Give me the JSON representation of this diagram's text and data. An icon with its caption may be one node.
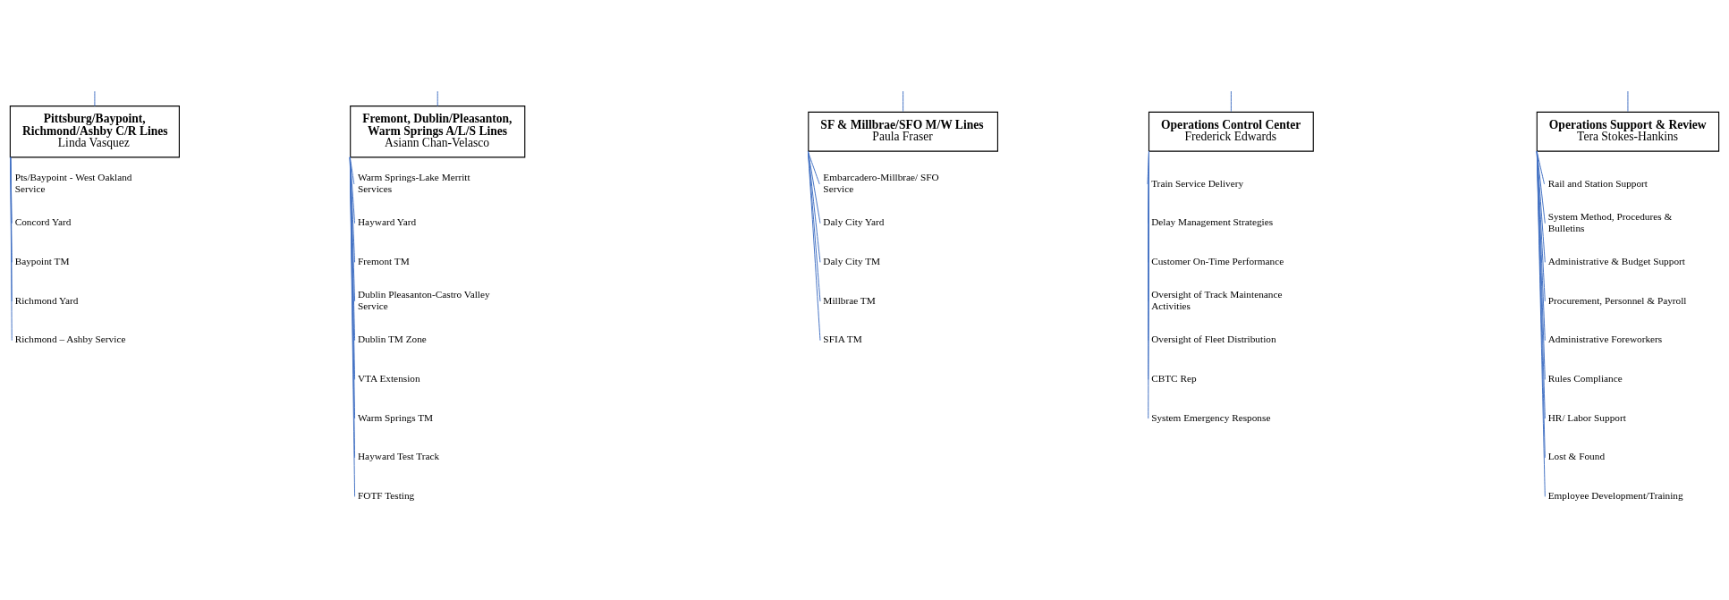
{
  "diagram": {
    "nodes": [
      {
        "text": [
          "Pittsburg/Baypoint, Richmond/Ashby C/R Lines",
          "Linda Vasquez"
        ]
      },
      {
        "text": [
          "Pts/Baypoint - West Oakland Service"
        ]
      },
      {
        "text": [
          "Concord Yard"
        ]
      },
      {
        "text": [
          "Baypoint TM"
        ]
      },
      {
        "text": [
          "Richmond Yard"
        ]
      },
      {
        "text": [
          "Richmond – Ashby Service"
        ]
      },
      {
        "text": [
          "Fremont, Dublin/Pleasanton, Warm Springs A/L/S Lines",
          "Asiann Chan-Velasco"
        ]
      },
      {
        "text": [
          "Warm Springs-Lake Merritt Services"
        ]
      },
      {
        "text": [
          "Hayward Yard"
        ]
      },
      {
        "text": [
          "Fremont TM"
        ]
      },
      {
        "text": [
          "Dublin Pleasanton-Castro Valley Service"
        ]
      },
      {
        "text": [
          "Dublin TM Zone"
        ]
      },
      {
        "text": [
          "VTA Extension"
        ]
      },
      {
        "text": [
          "Warm Springs TM"
        ]
      },
      {
        "text": [
          "Hayward Test Track"
        ]
      },
      {
        "text": [
          "FOTF Testing"
        ]
      },
      {
        "text": [
          "SF & Millbrae/SFO M/W Lines",
          "Paula Fraser"
        ]
      },
      {
        "text": [
          "Embarcadero-Millbrae/ SFO Service"
        ]
      },
      {
        "text": [
          "Daly City Yard"
        ]
      },
      {
        "text": [
          "Daly City TM"
        ]
      },
      {
        "text": [
          "Millbrae TM"
        ]
      },
      {
        "text": [
          "SFIA TM"
        ]
      },
      {
        "text": [
          "Operations Control Center",
          "Frederick Edwards"
        ]
      },
      {
        "text": [
          "Train Service Delivery"
        ]
      },
      {
        "text": [
          "Delay Management Strategies"
        ]
      },
      {
        "text": [
          "Customer On-Time Performance"
        ]
      },
      {
        "text": [
          "Oversight of Track Maintenance Activities"
        ]
      },
      {
        "text": [
          "Oversight of Fleet Distribution"
        ]
      },
      {
        "text": [
          "CBTC Rep"
        ]
      },
      {
        "text": [
          "System Emergency Response"
        ]
      },
      {
        "text": [
          "Operations Support & Review",
          "Tera Stokes-Hankins"
        ]
      },
      {
        "text": [
          "Rail and Station Support"
        ]
      },
      {
        "text": [
          "System Method, Procedures & Bulletins"
        ]
      },
      {
        "text": [
          "Administrative & Budget Support"
        ]
      },
      {
        "text": [
          "Procurement, Personnel & Payroll"
        ]
      },
      {
        "text": [
          "Administrative Foreworkers"
        ]
      },
      {
        "text": [
          "Rules Compliance"
        ]
      },
      {
        "text": [
          "HR/ Labor Support"
        ]
      },
      {
        "text": [
          "Lost & Found"
        ]
      },
      {
        "text": [
          "Employee Development/Training"
        ]
      }
    ],
    "edges": [
      {
        "from": null,
        "to": 0,
        "arrow": "none"
      },
      {
        "from": null,
        "to": 6,
        "arrow": "none"
      },
      {
        "from": null,
        "to": 16,
        "arrow": "none"
      },
      {
        "from": null,
        "to": 22,
        "arrow": "none"
      },
      {
        "from": null,
        "to": 30,
        "arrow": "none"
      },
      {
        "from": 0,
        "to": 1,
        "arrow": "none"
      },
      {
        "from": 0,
        "to": 2,
        "arrow": "none"
      },
      {
        "from": 0,
        "to": 3,
        "arrow": "none"
      },
      {
        "from": 0,
        "to": 4,
        "arrow": "none"
      },
      {
        "from": 0,
        "to": 5,
        "arrow": "none"
      },
      {
        "from": 6,
        "to": 7,
        "arrow": "none"
      },
      {
        "from": 6,
        "to": 8,
        "arrow": "none"
      },
      {
        "from": 6,
        "to": 9,
        "arrow": "none"
      },
      {
        "from": 6,
        "to": 10,
        "arrow": "none"
      },
      {
        "from": 6,
        "to": 11,
        "arrow": "none"
      },
      {
        "from": 6,
        "to": 12,
        "arrow": "none"
      },
      {
        "from": 6,
        "to": 13,
        "arrow": "none"
      },
      {
        "from": 6,
        "to": 14,
        "arrow": "none"
      },
      {
        "from": 6,
        "to": 15,
        "arrow": "none"
      },
      {
        "from": 16,
        "to": 17,
        "arrow": "none"
      },
      {
        "from": 16,
        "to": 18,
        "arrow": "none"
      },
      {
        "from": 16,
        "to": 19,
        "arrow": "none"
      },
      {
        "from": 16,
        "to": 20,
        "arrow": "none"
      },
      {
        "from": 16,
        "to": 21,
        "arrow": "none"
      },
      {
        "from": 22,
        "to": 23,
        "arrow": "none"
      },
      {
        "from": 22,
        "to": 24,
        "arrow": "none"
      },
      {
        "from": 22,
        "to": 25,
        "arrow": "none"
      },
      {
        "from": 22,
        "to": 26,
        "arrow": "none"
      },
      {
        "from": 22,
        "to": 27,
        "arrow": "none"
      },
      {
        "from": 22,
        "to": 28,
        "arrow": "none"
      },
      {
        "from": 22,
        "to": 29,
        "arrow": "none"
      },
      {
        "from": 30,
        "to": 31,
        "arrow": "none"
      },
      {
        "from": 30,
        "to": 32,
        "arrow": "none"
      },
      {
        "from": 30,
        "to": 33,
        "arrow": "none"
      },
      {
        "from": 30,
        "to": 34,
        "arrow": "none"
      },
      {
        "from": 30,
        "to": 35,
        "arrow": "none"
      },
      {
        "from": 30,
        "to": 36,
        "arrow": "none"
      },
      {
        "from": 30,
        "to": 37,
        "arrow": "none"
      },
      {
        "from": 30,
        "to": 38,
        "arrow": "none"
      },
      {
        "from": 30,
        "to": 39,
        "arrow": "none"
      }
    ]
  }
}
